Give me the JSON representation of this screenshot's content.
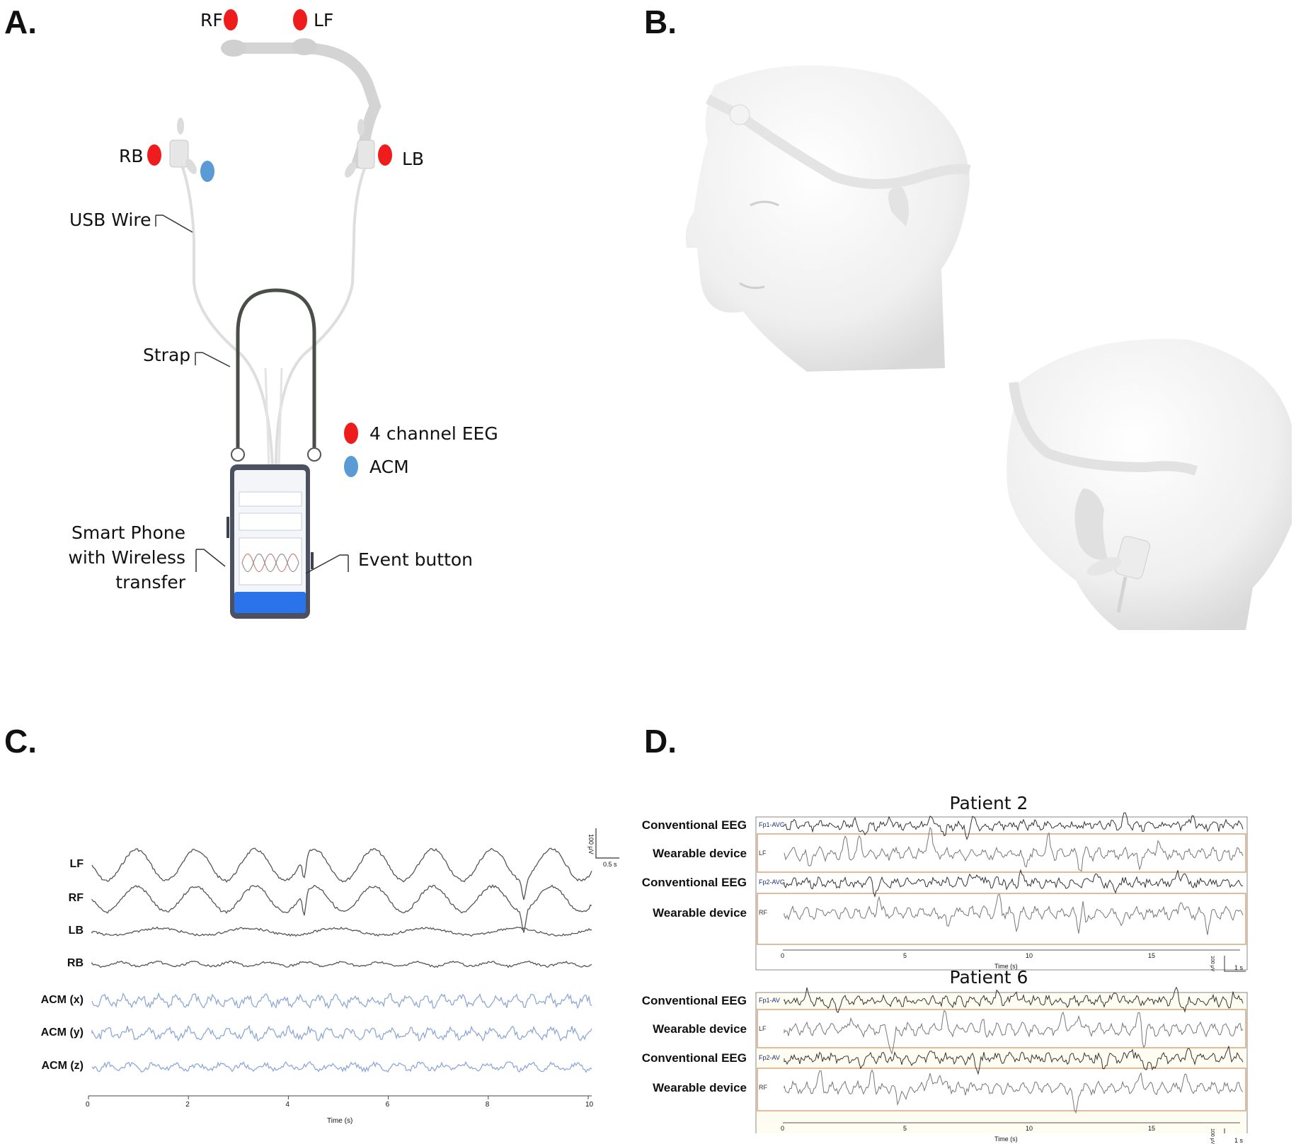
{
  "panels": {
    "a": "A.",
    "b": "B.",
    "c": "C.",
    "d": "D."
  },
  "panel_a": {
    "electrodes": {
      "rf": "RF",
      "lf": "LF",
      "rb": "RB",
      "lb": "LB"
    },
    "callouts": {
      "usb_wire": "USB Wire",
      "strap": "Strap",
      "phone_line1": "Smart Phone",
      "phone_line2": "with Wireless",
      "phone_line3": "transfer",
      "event_button": "Event button"
    },
    "legend": [
      {
        "label": "4 channel EEG",
        "color": "#ee1c1c"
      },
      {
        "label": "ACM",
        "color": "#5b9bd5"
      }
    ]
  },
  "panel_b": {
    "images": [
      "head-front-view",
      "head-side-view"
    ]
  },
  "panel_c": {
    "channels": [
      "LF",
      "RF",
      "LB",
      "RB",
      "ACM (x)",
      "ACM (y)",
      "ACM (z)"
    ],
    "eeg_color": "#555555",
    "acm_color": "#8fa8d6",
    "x_ticks": [
      "0",
      "2",
      "4",
      "6",
      "8",
      "10"
    ],
    "x_label": "Time (s)",
    "scale_amplitude": "100 μV",
    "scale_time": "0.5 s"
  },
  "panel_d": {
    "patients": [
      {
        "title": "Patient 2",
        "rows": [
          "Conventional EEG",
          "Wearable device",
          "Conventional EEG",
          "Wearable device"
        ],
        "trace_labels": [
          "Fp1-AVG",
          "LF",
          "Fp2-AVG",
          "RF"
        ],
        "x_ticks": [
          "0",
          "5",
          "10",
          "15"
        ],
        "x_label": "Time (s)",
        "scale_amplitude": "100 μV",
        "scale_time": "1 s"
      },
      {
        "title": "Patient 6",
        "rows": [
          "Conventional EEG",
          "Wearable device",
          "Conventional EEG",
          "Wearable device"
        ],
        "trace_labels": [
          "Fp1-AV",
          "LF",
          "Fp2-AV",
          "RF"
        ],
        "x_ticks": [
          "0",
          "5",
          "10",
          "15"
        ],
        "x_label": "Time (s)",
        "scale_amplitude": "100 μV",
        "scale_time": "1 s"
      }
    ],
    "frame_color": "#d9a57a"
  }
}
